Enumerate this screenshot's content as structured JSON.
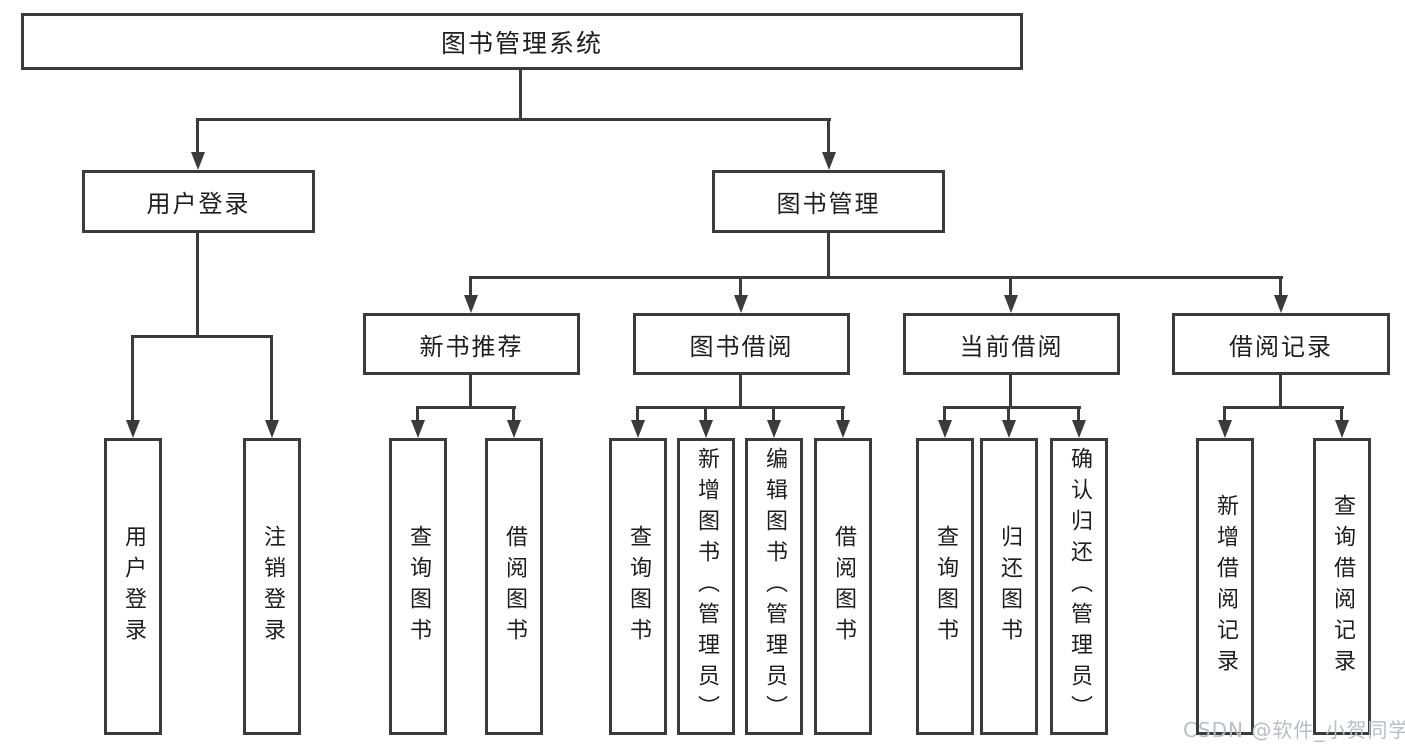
{
  "diagram": {
    "root": {
      "label": "图书管理系统"
    },
    "level2": [
      {
        "label": "用户登录"
      },
      {
        "label": "图书管理"
      }
    ],
    "level3": [
      {
        "label": "新书推荐"
      },
      {
        "label": "图书借阅"
      },
      {
        "label": "当前借阅"
      },
      {
        "label": "借阅记录"
      }
    ],
    "leaves": [
      {
        "label": "用户登录"
      },
      {
        "label": "注销登录"
      },
      {
        "label": "查询图书"
      },
      {
        "label": "借阅图书"
      },
      {
        "label": "查询图书"
      },
      {
        "label": "新增图书（管理员）"
      },
      {
        "label": "编辑图书（管理员）"
      },
      {
        "label": "借阅图书"
      },
      {
        "label": "查询图书"
      },
      {
        "label": "归还图书"
      },
      {
        "label": "确认归还（管理员）"
      },
      {
        "label": "新增借阅记录"
      },
      {
        "label": "查询借阅记录"
      }
    ]
  },
  "watermark": {
    "text": "CSDN @软件_小贺同学"
  },
  "colors": {
    "line": "#3b3b3b",
    "text": "#1e1e1e",
    "watermark": "#b8bec8",
    "background": "#ffffff"
  }
}
